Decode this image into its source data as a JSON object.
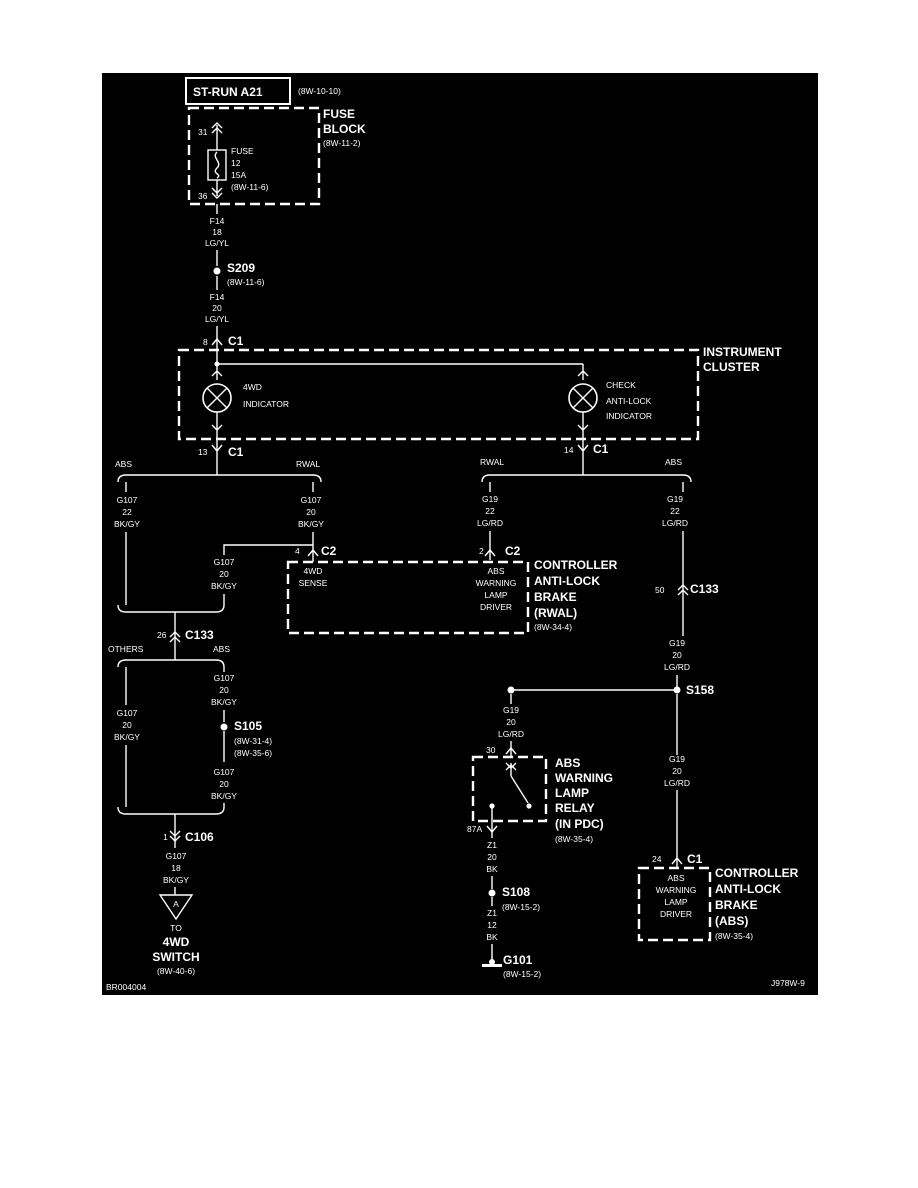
{
  "diagram": {
    "source_box": {
      "label": "ST-RUN A21",
      "ref": "(8W-10-10)"
    },
    "fuse_block": {
      "name_line1": "FUSE",
      "name_line2": "BLOCK",
      "ref": "(8W-11-2)",
      "pin_in": "31",
      "pin_out": "36",
      "fuse_label": "FUSE",
      "fuse_number": "12",
      "fuse_rating": "15A",
      "fuse_ref": "(8W-11-6)"
    },
    "wire_f14_upper": {
      "circuit": "F14",
      "gauge": "18",
      "color": "LG/YL"
    },
    "splice_s209": {
      "name": "S209",
      "ref": "(8W-11-6)"
    },
    "wire_f14_lower": {
      "circuit": "F14",
      "gauge": "20",
      "color": "LG/YL"
    },
    "cluster_in_connector": {
      "pin": "8",
      "name": "C1"
    },
    "instrument_cluster": {
      "name_line1": "INSTRUMENT",
      "name_line2": "CLUSTER",
      "lamp1_line1": "4WD",
      "lamp1_line2": "INDICATOR",
      "lamp2_line1": "CHECK",
      "lamp2_line2": "ANTI-LOCK",
      "lamp2_line3": "INDICATOR"
    },
    "cluster_out_left": {
      "pin": "13",
      "name": "C1"
    },
    "cluster_out_right": {
      "pin": "14",
      "name": "C1"
    },
    "branch_left": {
      "abs": "ABS",
      "rwal": "RWAL"
    },
    "branch_right": {
      "rwal": "RWAL",
      "abs": "ABS"
    },
    "wire_g107_abs": {
      "circuit": "G107",
      "gauge": "22",
      "color": "BK/GY"
    },
    "wire_g107_rwal": {
      "circuit": "G107",
      "gauge": "20",
      "color": "BK/GY"
    },
    "wire_g19_rwal": {
      "circuit": "G19",
      "gauge": "22",
      "color": "LG/RD"
    },
    "wire_g19_abs": {
      "circuit": "G19",
      "gauge": "22",
      "color": "LG/RD"
    },
    "conn_c2_4wd": {
      "pin": "4",
      "name": "C2"
    },
    "conn_c2_abs": {
      "pin": "2",
      "name": "C2"
    },
    "wire_g107_sense": {
      "circuit": "G107",
      "gauge": "20",
      "color": "BK/GY"
    },
    "controller_rwal": {
      "pin1_line1": "4WD",
      "pin1_line2": "SENSE",
      "pin2_line1": "ABS",
      "pin2_line2": "WARNING",
      "pin2_line3": "LAMP",
      "pin2_line4": "DRIVER",
      "name_line1": "CONTROLLER",
      "name_line2": "ANTI-LOCK",
      "name_line3": "BRAKE",
      "name_line4": "(RWAL)",
      "ref": "(8W-34-4)"
    },
    "conn_c133_right": {
      "pin": "50",
      "name": "C133"
    },
    "wire_g19_c133": {
      "circuit": "G19",
      "gauge": "20",
      "color": "LG/RD"
    },
    "conn_c133_left": {
      "pin": "26",
      "name": "C133"
    },
    "branch_lower": {
      "others": "OTHERS",
      "abs": "ABS"
    },
    "wire_g107_others": {
      "circuit": "G107",
      "gauge": "20",
      "color": "BK/GY"
    },
    "wire_g107_abs2": {
      "circuit": "G107",
      "gauge": "20",
      "color": "BK/GY"
    },
    "splice_s105": {
      "name": "S105",
      "ref1": "(8W-31-4)",
      "ref2": "(8W-35-6)"
    },
    "wire_g107_s105": {
      "circuit": "G107",
      "gauge": "20",
      "color": "BK/GY"
    },
    "conn_c106": {
      "pin": "1",
      "name": "C106"
    },
    "wire_g107_c106": {
      "circuit": "G107",
      "gauge": "18",
      "color": "BK/GY"
    },
    "offpage_a": {
      "letter": "A",
      "to": "TO",
      "dest_line1": "4WD",
      "dest_line2": "SWITCH",
      "ref": "(8W-40-6)"
    },
    "splice_s158": {
      "name": "S158"
    },
    "wire_g19_relay": {
      "circuit": "G19",
      "gauge": "20",
      "color": "LG/RD"
    },
    "relay": {
      "pin_in": "30",
      "pin_out": "87A",
      "name_line1": "ABS",
      "name_line2": "WARNING",
      "name_line3": "LAMP",
      "name_line4": "RELAY",
      "name_line5": "(IN PDC)",
      "ref": "(8W-35-4)"
    },
    "wire_z1_upper": {
      "circuit": "Z1",
      "gauge": "20",
      "color": "BK"
    },
    "splice_s108": {
      "name": "S108",
      "ref": "(8W-15-2)"
    },
    "wire_z1_lower": {
      "circuit": "Z1",
      "gauge": "12",
      "color": "BK"
    },
    "ground_g101": {
      "name": "G101",
      "ref": "(8W-15-2)"
    },
    "wire_g19_abs_ctrl": {
      "circuit": "G19",
      "gauge": "20",
      "color": "LG/RD"
    },
    "conn_c1_abs": {
      "pin": "24",
      "name": "C1"
    },
    "controller_abs": {
      "pin_line1": "ABS",
      "pin_line2": "WARNING",
      "pin_line3": "LAMP",
      "pin_line4": "DRIVER",
      "name_line1": "CONTROLLER",
      "name_line2": "ANTI-LOCK",
      "name_line3": "BRAKE",
      "name_line4": "(ABS)",
      "ref": "(8W-35-4)"
    },
    "footer_left": "BR004004",
    "footer_right": "J978W-9"
  }
}
